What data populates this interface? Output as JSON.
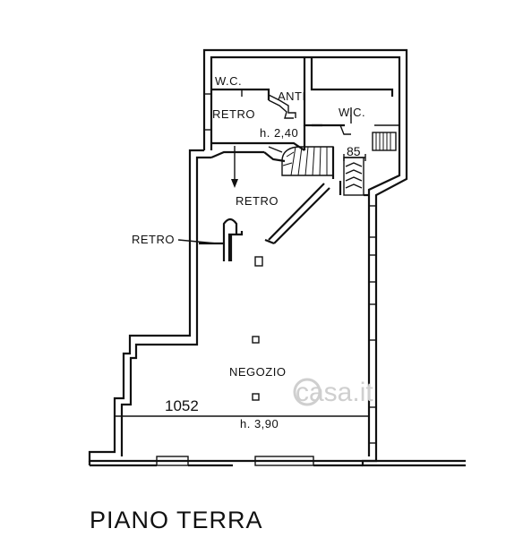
{
  "labels": {
    "wc_left": "W.C.",
    "anti": "ANTI",
    "wc_right": "W.C.",
    "retro_top": "RETRO",
    "height_upper": "h. 2,40",
    "dimension_85": "85",
    "retro_middle": "RETRO",
    "retro_left": "RETRO",
    "negozio": "NEGOZIO",
    "dimension_1052": "1052",
    "height_shop": "h. 3,90",
    "watermark": "casa.it"
  },
  "floor_title": "PIANO TERRA"
}
